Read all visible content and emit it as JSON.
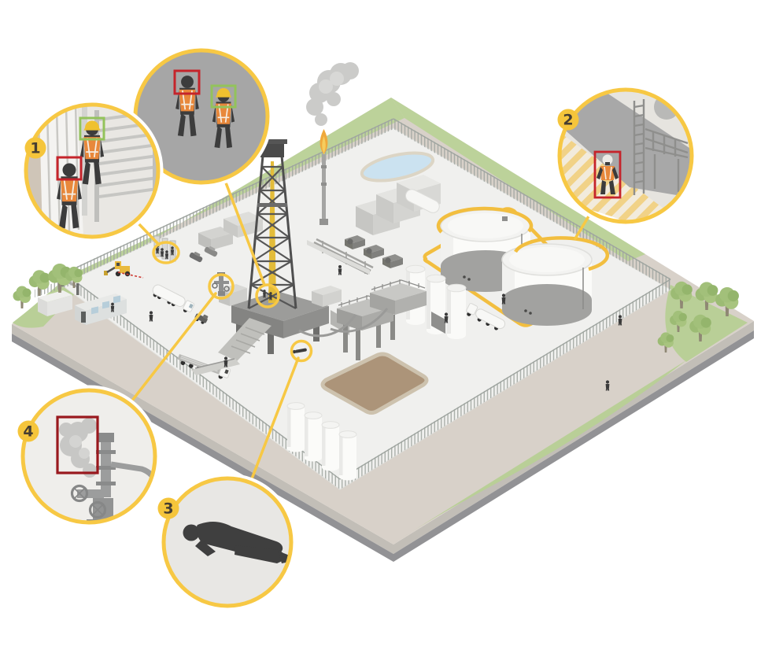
{
  "callouts": [
    {
      "number": "1",
      "name": "entrance-ppe-and-access-detection",
      "scenes": [
        "turnstile-entrance-two-workers",
        "walking-workers-helmet-check"
      ],
      "detections": [
        {
          "label": "worker-without-helmet",
          "box_color": "#C5242B"
        },
        {
          "label": "worker-with-helmet",
          "box_color": "#93C35B"
        }
      ]
    },
    {
      "number": "2",
      "name": "restricted-zone-intrusion-detection",
      "scenes": [
        "hazard-striped-zone-near-storage-tanks"
      ],
      "detections": [
        {
          "label": "person-in-restricted-zone",
          "box_color": "#B5242A"
        }
      ]
    },
    {
      "number": "3",
      "name": "man-down-detection",
      "scenes": [
        "worker-lying-on-ground"
      ],
      "detections": []
    },
    {
      "number": "4",
      "name": "gas-leak-smoke-detection",
      "scenes": [
        "wellhead-with-smoke-plume"
      ],
      "detections": [
        {
          "label": "smoke-leak",
          "box_color": "#99191E"
        }
      ]
    }
  ],
  "site": {
    "landmarks": [
      "drill-derrick",
      "flare-stack",
      "pond",
      "storage-tanks",
      "tank-restricted-zone",
      "mud-pit",
      "silos",
      "office-trailer",
      "turnstile-entrance",
      "vehicle-gate",
      "yellow-loader",
      "tanker-trucks",
      "flatbed-pipe-truck",
      "generator-buildings",
      "mud-tanks",
      "wellhead",
      "perimeter-fence",
      "trees",
      "access-road"
    ]
  },
  "colors": {
    "callout_ring": "#F7C844",
    "badge_fill": "#F5C53B",
    "badge_number": "#463E31",
    "detection_red": "#C5242B",
    "detection_green": "#93C35B",
    "zone_outline": "#F2BE3F",
    "vest_orange": "#E8883B",
    "helmet_yellow": "#EFC12F",
    "grass": "#BCD29A",
    "pad": "#F0F0EE",
    "road": "#D8D1C9",
    "pond_blue": "#CBE2F0",
    "mud_brown": "#AC9479",
    "silhouette_gray": "#3C3C3C"
  }
}
